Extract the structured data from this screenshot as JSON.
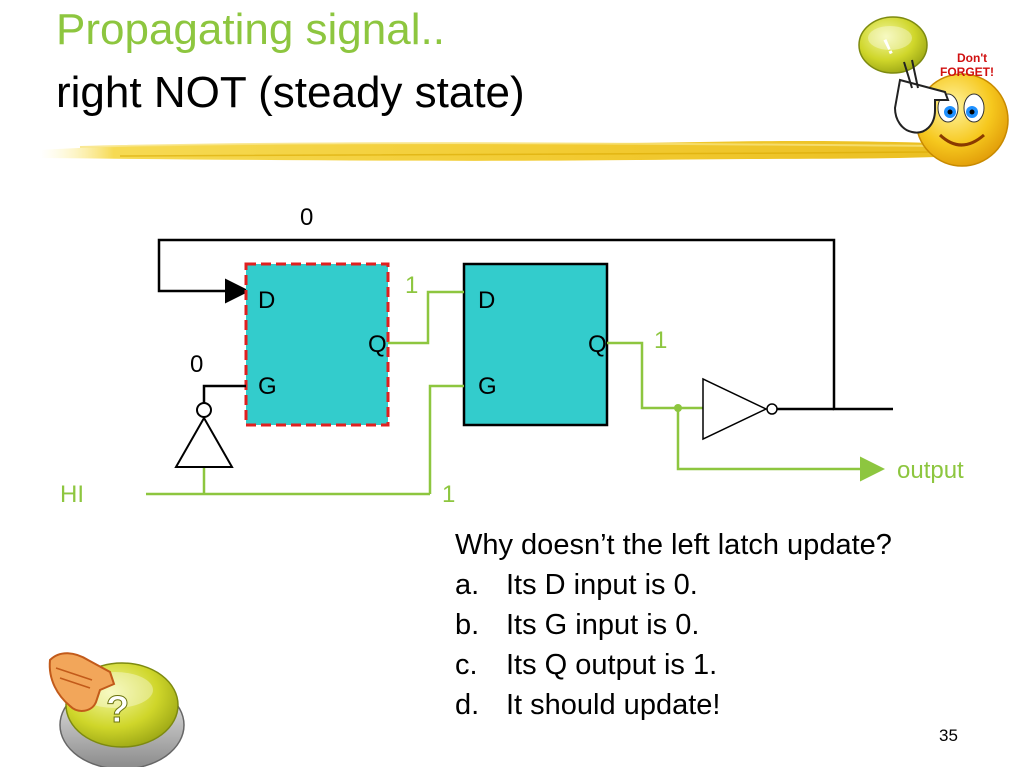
{
  "title": {
    "line1": "Propagating signal..",
    "line2": "right NOT (steady state)"
  },
  "badges": {
    "dont_forget_text_top": "Don't",
    "dont_forget_text_bottom": "FORGET!",
    "question_icon": "question-mark-button-icon",
    "pointing_hand_icon": "pointing-hand-icon",
    "smiley_icon": "smiley-face-icon"
  },
  "diagram": {
    "feedback_value": "0",
    "left_latch": {
      "d_label": "D",
      "g_label": "G",
      "q_label": "Q"
    },
    "right_latch": {
      "d_label": "D",
      "g_label": "G",
      "q_label": "Q"
    },
    "left_q_value": "1",
    "right_q_value": "1",
    "left_g_value": "0",
    "hi_label": "HI",
    "hi_value": "1",
    "output_label": "output",
    "colors": {
      "latch_fill": "#33cccc",
      "signal_green": "#8dc63f",
      "highlight_dash": "#e02020",
      "wire_black": "#000000"
    }
  },
  "question": {
    "prompt": "Why doesn’t the left latch update?",
    "options": [
      {
        "letter": "a.",
        "text": "Its D input is 0."
      },
      {
        "letter": "b.",
        "text": "Its G input is 0."
      },
      {
        "letter": "c.",
        "text": "Its Q output is 1."
      },
      {
        "letter": "d.",
        "text": "It should update!"
      }
    ]
  },
  "page_number": "35"
}
